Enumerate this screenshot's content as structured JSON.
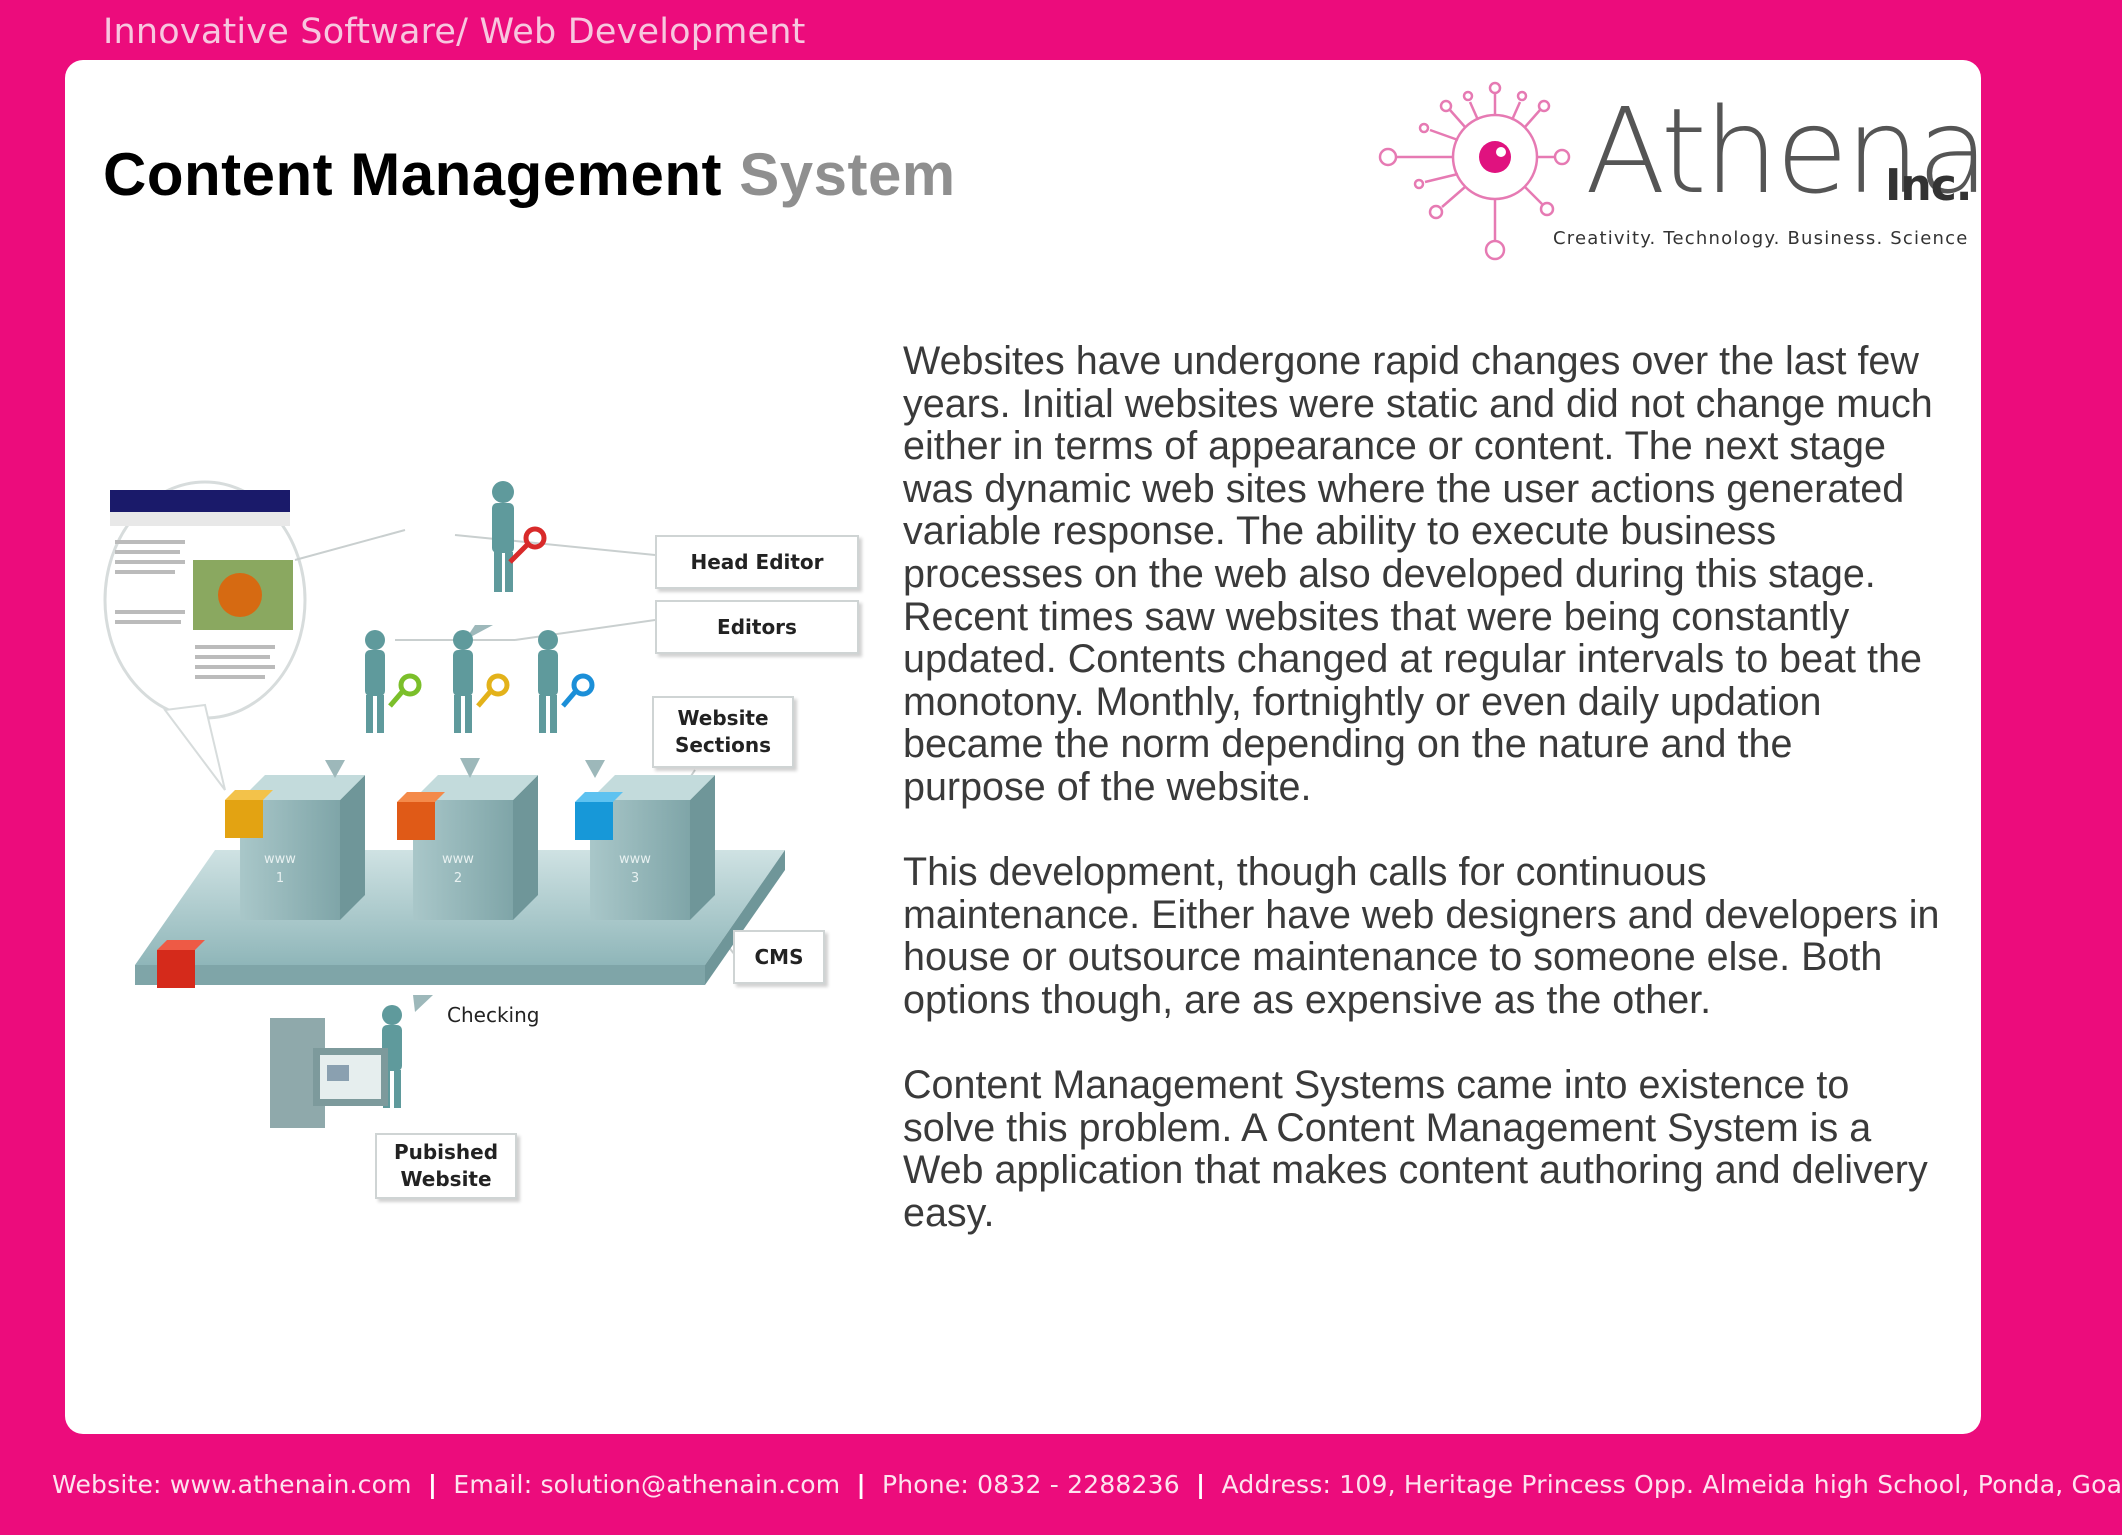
{
  "header": {
    "tagline": "Innovative Software/ Web Development"
  },
  "slide": {
    "title_main": "Content Management",
    "title_accent": "System",
    "paragraphs": [
      "Websites have undergone rapid changes over the last few years. Initial websites were static and did not change much either in terms of appearance or content. The next stage was dynamic web sites where the user actions generated variable response. The ability to execute business processes on the web also developed during this stage. Recent times saw websites that were being constantly updated. Contents changed at regular intervals to beat the monotony. Monthly, fortnightly or even daily updation became the norm depending on the nature and the purpose of the website.",
      "This development, though calls for continuous maintenance. Either have web designers and developers in house or outsource maintenance to someone else. Both options though, are as expensive as the other.",
      "Content Management Systems came into existence to solve this problem. A Content Management System is a Web application that makes content authoring and delivery easy."
    ]
  },
  "logo": {
    "word": "Athena",
    "suffix": "Inc.",
    "tagline": "Creativity. Technology. Business. Science"
  },
  "diagram": {
    "labels": {
      "head_editor": "Head Editor",
      "editors": "Editors",
      "website_sections_1": "Website",
      "website_sections_2": "Sections",
      "cms": "CMS",
      "checking": "Checking",
      "published_1": "Pubished",
      "published_2": "Website"
    },
    "box_labels": [
      "www\n1",
      "www\n2",
      "www\n3"
    ],
    "colors": {
      "figure": "#5f9a9c",
      "platform": "#9fc3c6",
      "cube_yellow": "#e3a312",
      "cube_orange": "#e05a17",
      "cube_blue": "#1798d8",
      "cube_red": "#d52a1b"
    }
  },
  "footer": {
    "website": "Website: www.athenain.com",
    "email": "Email: solution@athenain.com",
    "phone": "Phone: 0832 - 2288236",
    "address": "Address: 109, Heritage Princess Opp. Almeida high School, Ponda, Goa",
    "separator": "|"
  }
}
